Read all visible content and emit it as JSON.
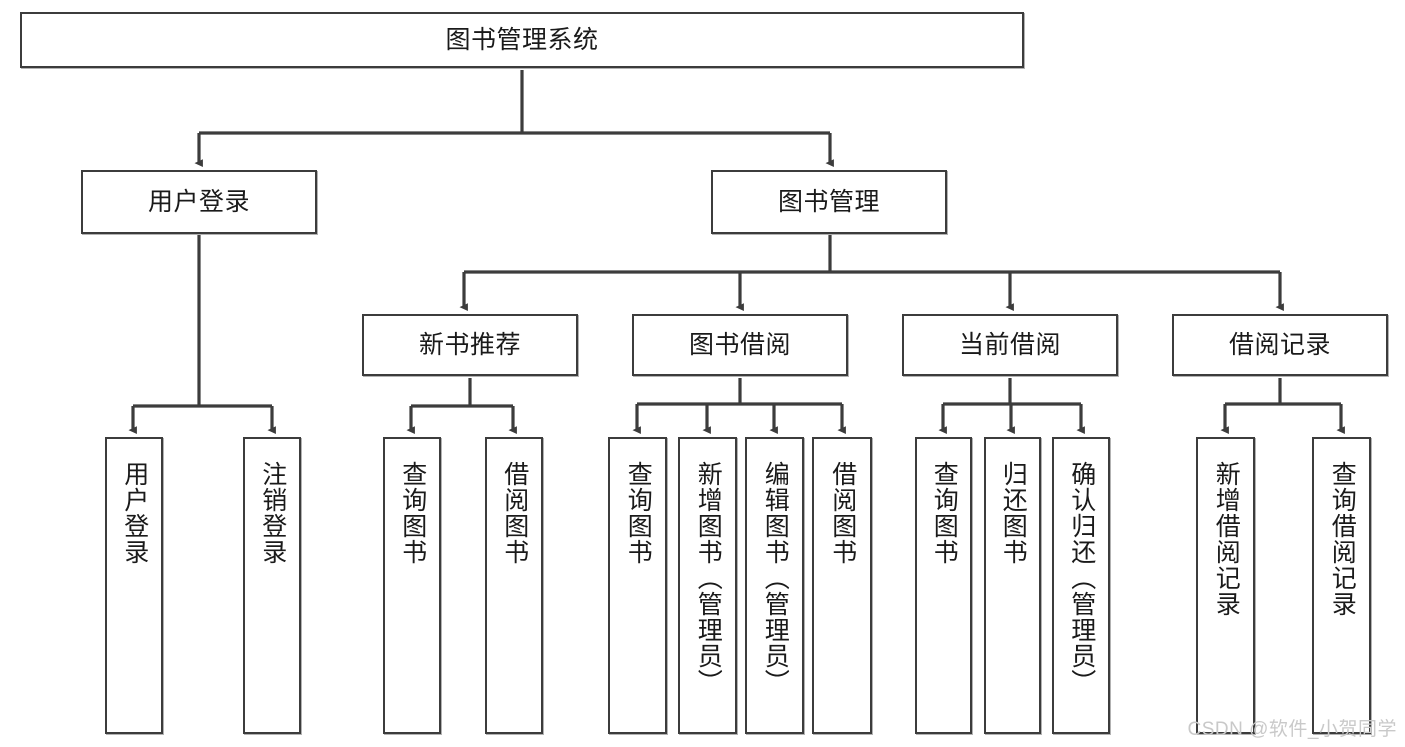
{
  "diagram": {
    "type": "tree-hierarchy",
    "title": "图书管理系统",
    "watermark": "CSDN @软件_小贺同学",
    "colors": {
      "stroke": "#3c3c3c",
      "fill": "#ffffff",
      "text": "#1a1a1a",
      "watermark": "#c9c9c9"
    },
    "nodes": {
      "root": {
        "label": "图书管理系统"
      },
      "level2": [
        {
          "label": "用户登录"
        },
        {
          "label": "图书管理"
        }
      ],
      "level3": [
        {
          "label": "新书推荐"
        },
        {
          "label": "图书借阅"
        },
        {
          "label": "当前借阅"
        },
        {
          "label": "借阅记录"
        }
      ],
      "leaves_user_login": [
        {
          "label": "用户登录"
        },
        {
          "label": "注销登录"
        }
      ],
      "leaves_new_books": [
        {
          "label": "查询图书"
        },
        {
          "label": "借阅图书"
        }
      ],
      "leaves_borrow": [
        {
          "label": "查询图书"
        },
        {
          "label": "新增图书（管理员）"
        },
        {
          "label": "编辑图书（管理员）"
        },
        {
          "label": "借阅图书"
        }
      ],
      "leaves_current": [
        {
          "label": "查询图书"
        },
        {
          "label": "归还图书"
        },
        {
          "label": "确认归还（管理员）"
        }
      ],
      "leaves_records": [
        {
          "label": "新增借阅记录"
        },
        {
          "label": "查询借阅记录"
        }
      ]
    }
  }
}
